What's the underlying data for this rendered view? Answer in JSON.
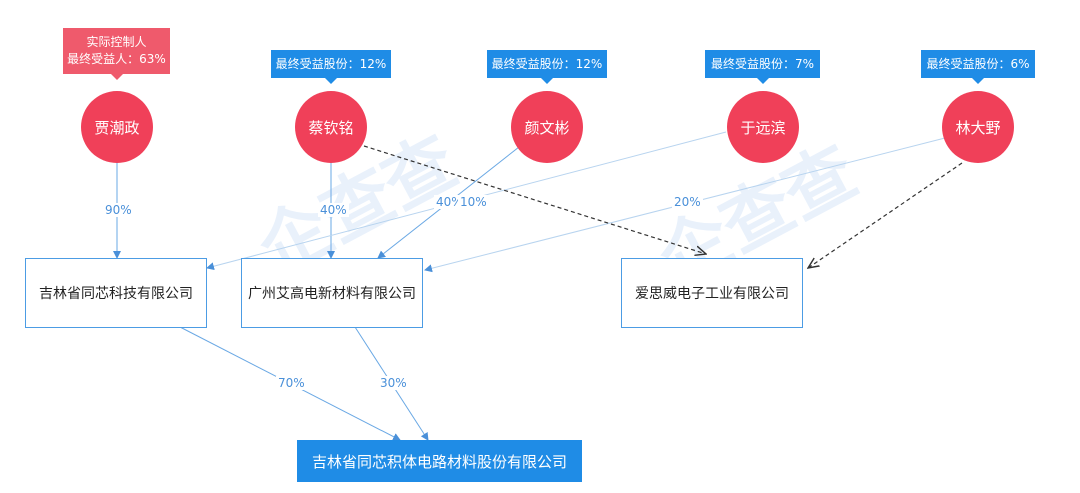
{
  "people": [
    {
      "name": "贾潮政",
      "tag_lines": [
        "实际控制人",
        "最终受益人：63%"
      ],
      "tag_style": "red"
    },
    {
      "name": "蔡钦铭",
      "tag_lines": [
        "最终受益股份：12%"
      ],
      "tag_style": "blue"
    },
    {
      "name": "颜文彬",
      "tag_lines": [
        "最终受益股份：12%"
      ],
      "tag_style": "blue"
    },
    {
      "name": "于远滨",
      "tag_lines": [
        "最终受益股份：7%"
      ],
      "tag_style": "blue"
    },
    {
      "name": "林大野",
      "tag_lines": [
        "最终受益股份：6%"
      ],
      "tag_style": "blue"
    }
  ],
  "companies": {
    "jilin_tongxin_tech": "吉林省同芯科技有限公司",
    "guangzhou_aigao": "广州艾高电新材料有限公司",
    "aisiwei": "爱思威电子工业有限公司",
    "target": "吉林省同芯积体电路材料股份有限公司"
  },
  "edges": {
    "jia_to_jilin": "90%",
    "cai_to_guangzhou": "40%",
    "yan_to_guangzhou": "40%",
    "yu_to_jilin": "10%",
    "lin_to_guangzhou": "20%",
    "jilin_to_target": "70%",
    "guangzhou_to_target": "30%"
  },
  "colors": {
    "person": "#f04059",
    "tag_blue": "#1f8ce6",
    "tag_red": "#ef5a6c",
    "edge": "#4a90d9",
    "dashed_edge": "#333333",
    "main_company": "#1f8ce6"
  }
}
